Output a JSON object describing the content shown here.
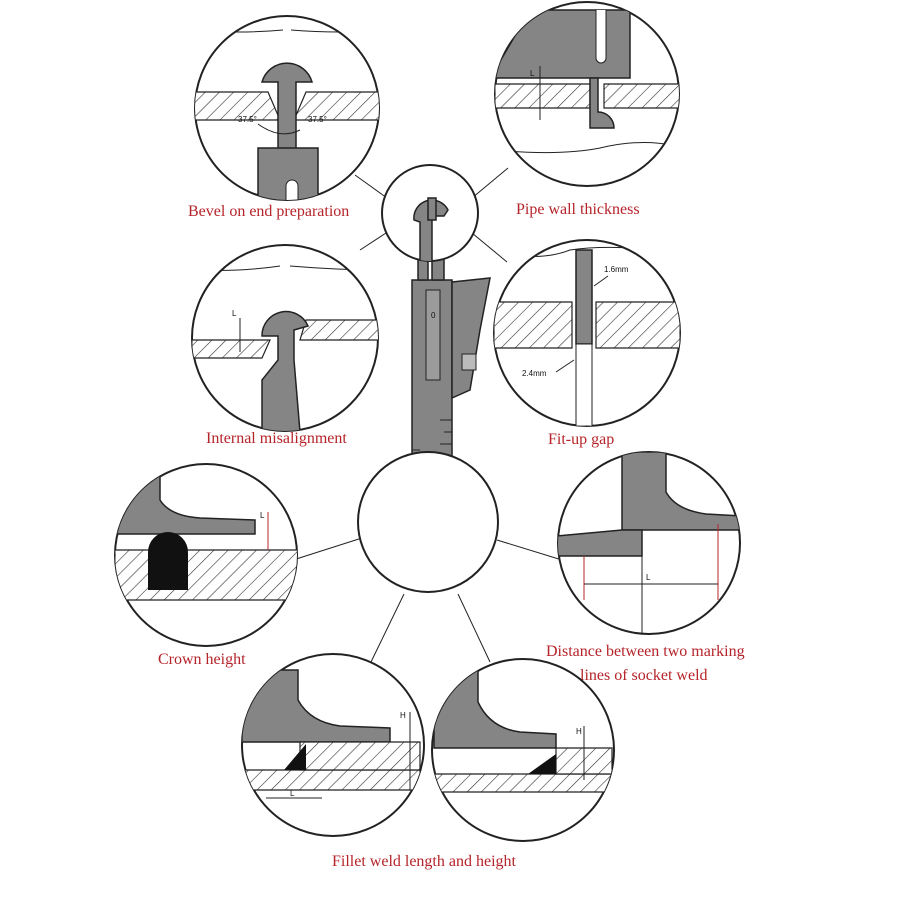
{
  "captions": {
    "bevel": "Bevel on end preparation",
    "pipe_wall": "Pipe wall thickness",
    "internal_misalignment": "Internal misalignment",
    "fit_up_gap": "Fit-up gap",
    "crown_height": "Crown height",
    "socket_distance_line1": "Distance between two marking",
    "socket_distance_line2": "lines of socket weld",
    "fillet": "Fillet weld length and height"
  },
  "labels": {
    "angle_left": "37.5°",
    "angle_right": "37.5°",
    "gap_top": "1.6mm",
    "gap_bottom": "2.4mm",
    "L": "L",
    "H": "H",
    "zero": "0"
  },
  "colors": {
    "caption_red": "#b5242a",
    "gauge_gray": "#858585",
    "line": "#222222"
  }
}
